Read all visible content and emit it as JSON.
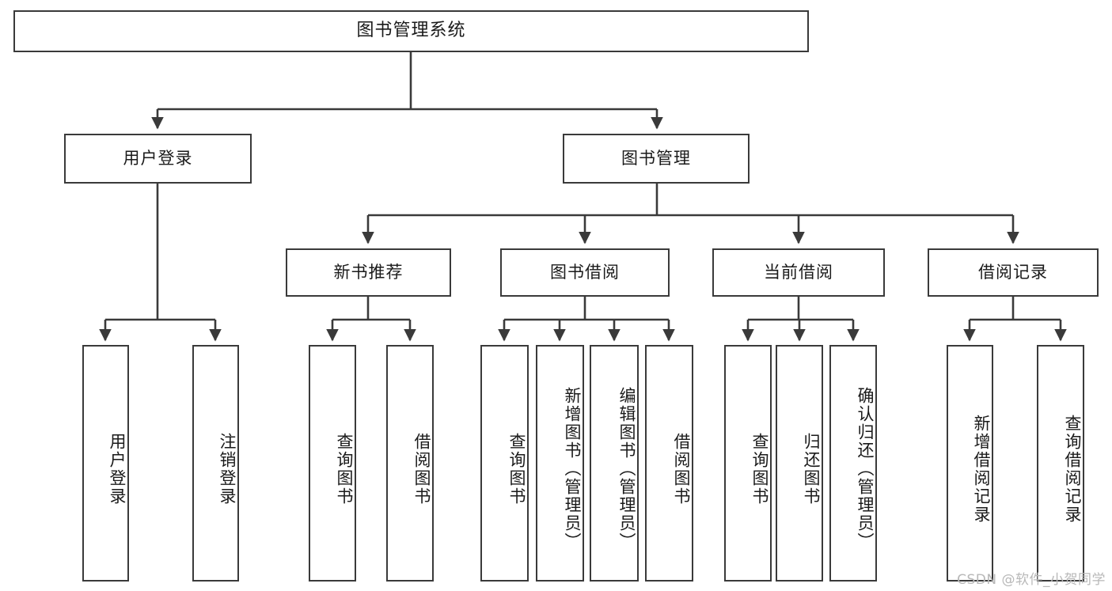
{
  "diagram": {
    "title": "图书管理系统",
    "type": "function-structure-tree",
    "levels": 4,
    "line_color": "#3a3a3a",
    "box_fill": "#ffffff",
    "text_color": "#1a1a1a"
  },
  "root": {
    "label": "图书管理系统"
  },
  "level2": [
    {
      "label": "用户登录"
    },
    {
      "label": "图书管理"
    }
  ],
  "level3": [
    {
      "label": "新书推荐"
    },
    {
      "label": "图书借阅"
    },
    {
      "label": "当前借阅"
    },
    {
      "label": "借阅记录"
    }
  ],
  "leaves": {
    "user_login": [
      {
        "label": "用户登录"
      },
      {
        "label": "注销登录"
      }
    ],
    "new_book": [
      {
        "label": "查询图书"
      },
      {
        "label": "借阅图书"
      }
    ],
    "book_borrow": [
      {
        "label": "查询图书"
      },
      {
        "label": "新增图书（管理员）"
      },
      {
        "label": "编辑图书（管理员）"
      },
      {
        "label": "借阅图书"
      }
    ],
    "current_borrow": [
      {
        "label": "查询图书"
      },
      {
        "label": "归还图书"
      },
      {
        "label": "确认归还（管理员）"
      }
    ],
    "borrow_record": [
      {
        "label": "新增借阅记录"
      },
      {
        "label": "查询借阅记录"
      }
    ]
  },
  "watermark": {
    "text": "CSDN @软件_小贺同学"
  }
}
